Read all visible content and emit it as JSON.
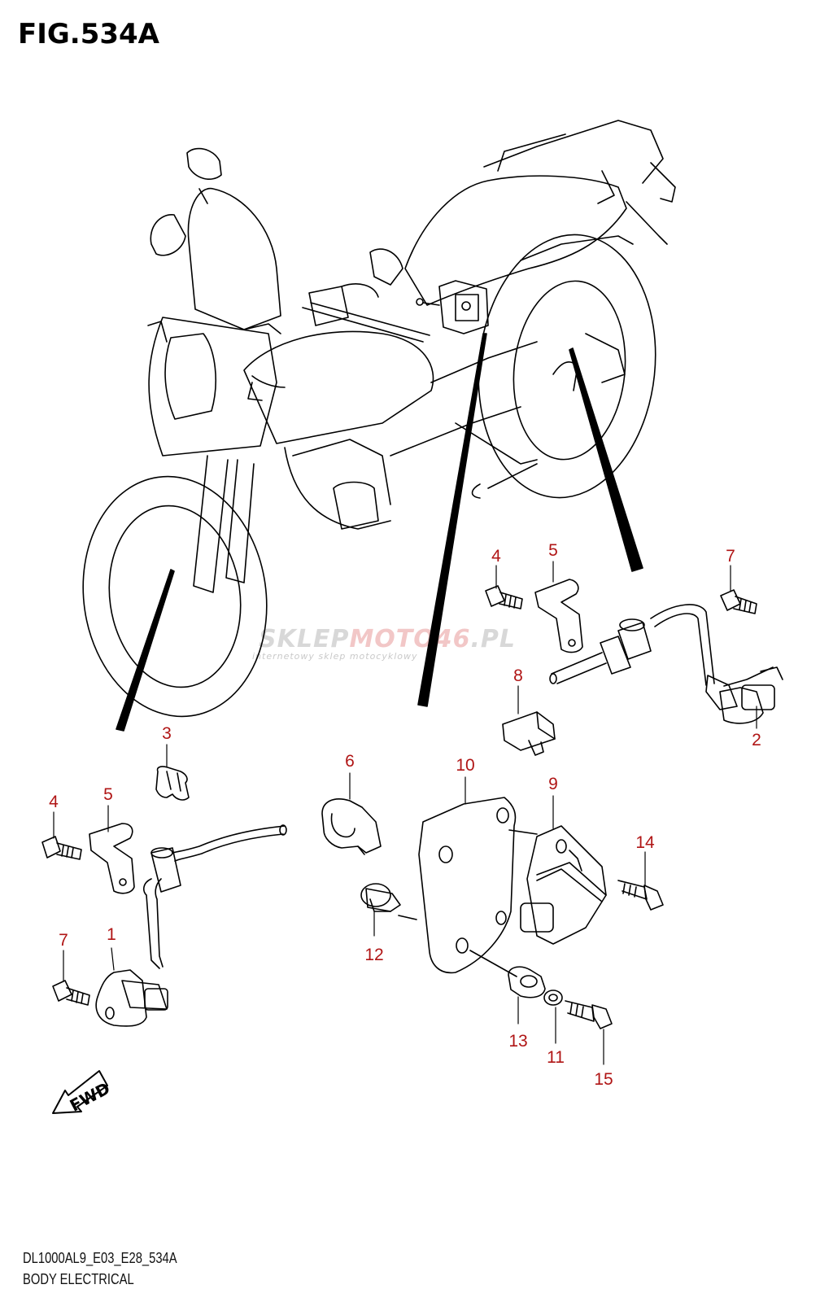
{
  "figure": {
    "title": "FIG.534A",
    "model_code": "DL1000AL9_E03_E28_534A",
    "section_name": "BODY ELECTRICAL",
    "fwd_label": "FWD"
  },
  "watermark": {
    "brand_part1": "SKLEP",
    "brand_part2": "MOTO46",
    "brand_tld": ".PL",
    "tagline": "internetowy sklep motocyklowy"
  },
  "callouts": {
    "c1": "1",
    "c2": "2",
    "c3": "3",
    "c4a": "4",
    "c4b": "4",
    "c5a": "5",
    "c5b": "5",
    "c6": "6",
    "c7a": "7",
    "c7b": "7",
    "c8": "8",
    "c9": "9",
    "c10": "10",
    "c11": "11",
    "c12": "12",
    "c13": "13",
    "c14": "14",
    "c15": "15"
  },
  "colors": {
    "callout": "#b01515",
    "line": "#000000"
  }
}
